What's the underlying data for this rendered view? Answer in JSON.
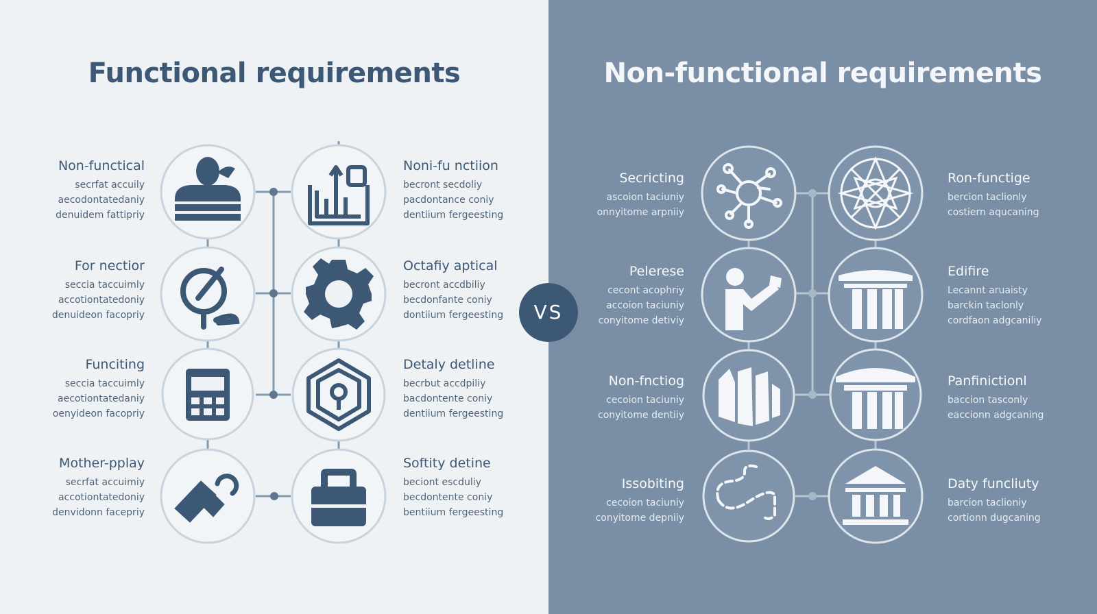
{
  "left": {
    "title": "Functional requirements",
    "colors": {
      "background": "#eef2f5",
      "icon": "#3d5874",
      "ring": "#c7d3de",
      "connector": "#8399ad"
    },
    "outer": [
      {
        "head": "Non-functical",
        "lines": [
          "secrfat accuily",
          "aecodontatedaniy",
          "denuidem fattipriy"
        ],
        "icon": "user-icon"
      },
      {
        "head": "For nectior",
        "lines": [
          "seccia taccuimly",
          "accotiontatedoniy",
          "denuideon facopriy"
        ],
        "icon": "check-pin-icon"
      },
      {
        "head": "Funciting",
        "lines": [
          "seccia taccuimly",
          "aecotiontatedaniy",
          "oenyideon facopriy"
        ],
        "icon": "device-icon"
      },
      {
        "head": "Mother-pplay",
        "lines": [
          "secrfat accuimiy",
          "accotiontatedoniy",
          "denvidonn facepriy"
        ],
        "icon": "wrench-icon"
      }
    ],
    "inner": [
      {
        "head": "Noni-fu nctiion",
        "lines": [
          "becront secdoliy",
          "pacdontance coniy",
          "dentiium fergeesting"
        ],
        "icon": "chart-icon"
      },
      {
        "head": "Octafiy aptical",
        "lines": [
          "becront accdbiliy",
          "becdonfante coniy",
          "dontiium fergeesting"
        ],
        "icon": "gear-icon"
      },
      {
        "head": "Detaly detline",
        "lines": [
          "becrbut accdpiliy",
          "bacdontente coniy",
          "dentiium fergeesting"
        ],
        "icon": "shield-lock-icon"
      },
      {
        "head": "Softity detine",
        "lines": [
          "beciont escduliy",
          "becdontente coniy",
          "bentiium fergeesting"
        ],
        "icon": "toolbox-icon"
      }
    ]
  },
  "right": {
    "title": "Non-functional requirements",
    "colors": {
      "background": "#7a8fa6",
      "icon": "#f4f6f9",
      "ring": "#dce4ec",
      "connector": "#b8c6d4"
    },
    "inner": [
      {
        "head": "Secricting",
        "lines": [
          "ascoion taciuniy",
          "onnyitome arpniiy"
        ],
        "icon": "network-icon"
      },
      {
        "head": "Pelerese",
        "lines": [
          "cecont acophriy",
          "accoion taciuniy",
          "conyitome detiviy"
        ],
        "icon": "presenter-icon"
      },
      {
        "head": "Non-fnctiog",
        "lines": [
          "cecoion taciuniy",
          "conyitome dentiiy"
        ],
        "icon": "blocks-icon"
      },
      {
        "head": "Issobiting",
        "lines": [
          "cecoion taciuniy",
          "conyitome depniiy"
        ],
        "icon": "path-icon"
      }
    ],
    "outer": [
      {
        "head": "Ron-functige",
        "lines": [
          "bercion taclionly",
          "costiern aqucaning"
        ],
        "icon": "globe-web-icon"
      },
      {
        "head": "Edifire",
        "lines": [
          "Lecannt aruaisty",
          "barckin taclonly",
          "cordfaon adgcaniliy"
        ],
        "icon": "pillars-icon"
      },
      {
        "head": "Panfinictionl",
        "lines": [
          "baccion tasconly",
          "eaccionn adgcaning"
        ],
        "icon": "columns-icon"
      },
      {
        "head": "Daty funcliuty",
        "lines": [
          "barcion taclioniy",
          "cortionn dugcaning"
        ],
        "icon": "temple-icon"
      }
    ]
  },
  "vs": "VS"
}
